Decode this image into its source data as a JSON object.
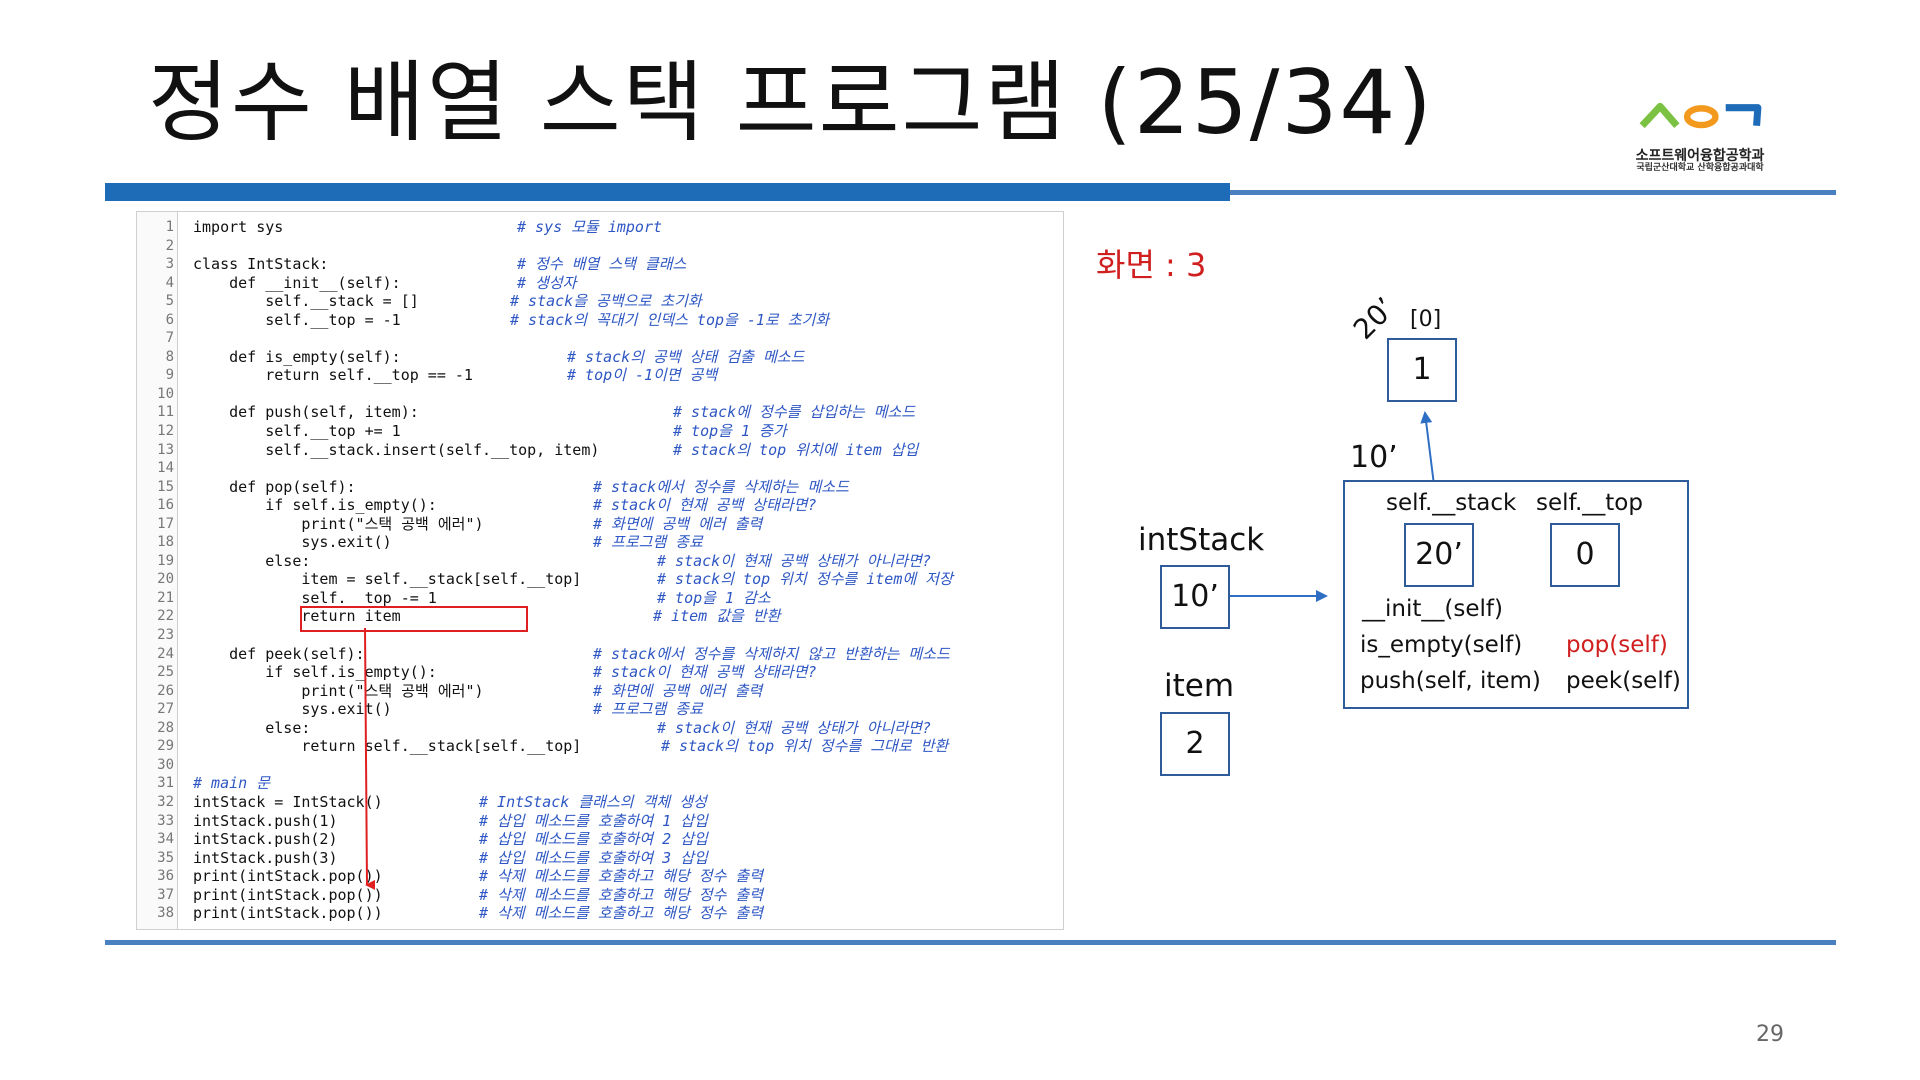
{
  "slide": {
    "title": "정수 배열 스택 프로그램 (25/34)",
    "page_number": "29",
    "logo_text": "소프트웨어융합공학과",
    "logo_subtext": "국립군산대학교 산학융합공과대학"
  },
  "code": {
    "lines": [
      {
        "n": "1",
        "code": "import sys",
        "comment": "# sys 모듈 import"
      },
      {
        "n": "2",
        "code": "",
        "comment": ""
      },
      {
        "n": "3",
        "code": "class IntStack:",
        "comment": "# 정수 배열 스택 클래스"
      },
      {
        "n": "4",
        "code": "    def __init__(self):",
        "comment": "# 생성자"
      },
      {
        "n": "5",
        "code": "        self.__stack = []",
        "comment": "# stack을 공백으로 초기화"
      },
      {
        "n": "6",
        "code": "        self.__top = -1",
        "comment": "# stack의 꼭대기 인덱스 top을 -1로 초기화"
      },
      {
        "n": "7",
        "code": "",
        "comment": ""
      },
      {
        "n": "8",
        "code": "    def is_empty(self):",
        "comment": "# stack의 공백 상태 검출 메소드"
      },
      {
        "n": "9",
        "code": "        return self.__top == -1",
        "comment": "# top이 -1이면 공백"
      },
      {
        "n": "10",
        "code": "",
        "comment": ""
      },
      {
        "n": "11",
        "code": "    def push(self, item):",
        "comment": "# stack에 정수를 삽입하는 메소드"
      },
      {
        "n": "12",
        "code": "        self.__top += 1",
        "comment": "# top을 1 증가"
      },
      {
        "n": "13",
        "code": "        self.__stack.insert(self.__top, item)",
        "comment": "# stack의 top 위치에 item 삽입"
      },
      {
        "n": "14",
        "code": "",
        "comment": ""
      },
      {
        "n": "15",
        "code": "    def pop(self):",
        "comment": "# stack에서 정수를 삭제하는 메소드"
      },
      {
        "n": "16",
        "code": "        if self.is_empty():",
        "comment": "# stack이 현재 공백 상태라면?"
      },
      {
        "n": "17",
        "code": "            print(\"스택 공백 에러\")",
        "comment": "# 화면에 공백 에러 출력"
      },
      {
        "n": "18",
        "code": "            sys.exit()",
        "comment": "# 프로그램 종료"
      },
      {
        "n": "19",
        "code": "        else:",
        "comment": "# stack이 현재 공백 상태가 아니라면?"
      },
      {
        "n": "20",
        "code": "            item = self.__stack[self.__top]",
        "comment": "# stack의 top 위치 정수를 item에 저장"
      },
      {
        "n": "21",
        "code": "            self.__top -= 1",
        "comment": "# top을 1 감소"
      },
      {
        "n": "22",
        "code": "            return item",
        "comment": "# item 값을 반환"
      },
      {
        "n": "23",
        "code": "",
        "comment": ""
      },
      {
        "n": "24",
        "code": "    def peek(self):",
        "comment": "# stack에서 정수를 삭제하지 않고 반환하는 메소드"
      },
      {
        "n": "25",
        "code": "        if self.is_empty():",
        "comment": "# stack이 현재 공백 상태라면?"
      },
      {
        "n": "26",
        "code": "            print(\"스택 공백 에러\")",
        "comment": "# 화면에 공백 에러 출력"
      },
      {
        "n": "27",
        "code": "            sys.exit()",
        "comment": "# 프로그램 종료"
      },
      {
        "n": "28",
        "code": "        else:",
        "comment": "# stack이 현재 공백 상태가 아니라면?"
      },
      {
        "n": "29",
        "code": "            return self.__stack[self.__top]",
        "comment": "# stack의 top 위치 정수를 그대로 반환"
      },
      {
        "n": "30",
        "code": "",
        "comment": ""
      },
      {
        "n": "31",
        "code": "# main 문",
        "comment": ""
      },
      {
        "n": "32",
        "code": "intStack = IntStack()",
        "comment": "# IntStack 클래스의 객체 생성"
      },
      {
        "n": "33",
        "code": "intStack.push(1)",
        "comment": "# 삽입 메소드를 호출하여 1 삽입"
      },
      {
        "n": "34",
        "code": "intStack.push(2)",
        "comment": "# 삽입 메소드를 호출하여 2 삽입"
      },
      {
        "n": "35",
        "code": "intStack.push(3)",
        "comment": "# 삽입 메소드를 호출하여 3 삽입"
      },
      {
        "n": "36",
        "code": "print(intStack.pop())",
        "comment": "# 삭제 메소드를 호출하고 해당 정수 출력"
      },
      {
        "n": "37",
        "code": "print(intStack.pop())",
        "comment": "# 삭제 메소드를 호출하고 해당 정수 출력"
      },
      {
        "n": "38",
        "code": "print(intStack.pop())",
        "comment": "# 삭제 메소드를 호출하고 해당 정수 출력"
      }
    ]
  },
  "diagram": {
    "screen_label": "화면 : 3",
    "array_addr": "20’",
    "array_index": "[0]",
    "array_value": "1",
    "object_addr": "10’",
    "field_stack_label": "self.__stack",
    "field_stack_value": "20’",
    "field_top_label": "self.__top",
    "field_top_value": "0",
    "method_init": "__init__(self)",
    "method_is_empty": "is_empty(self)",
    "method_pop": "pop(self)",
    "method_push": "push(self, item)",
    "method_peek": "peek(self)",
    "var_intstack_label": "intStack",
    "var_intstack_value": "10’",
    "var_item_label": "item",
    "var_item_value": "2"
  },
  "colors": {
    "title_bar": "#1e6bb8",
    "comment": "#2e57c4",
    "highlight": "#e02020",
    "diagram_border": "#2e5b9a",
    "pop_method": "#d01f1f"
  }
}
